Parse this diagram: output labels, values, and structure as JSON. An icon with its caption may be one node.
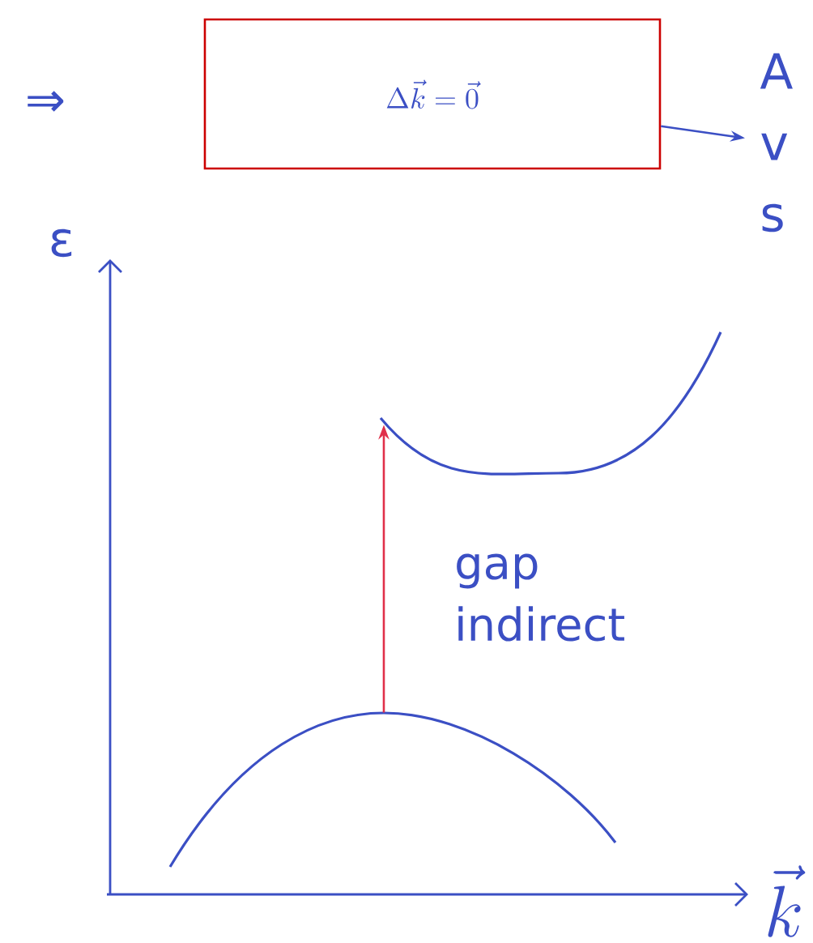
{
  "diagram": {
    "nodes": [
      {
        "text": [
          "\\Delta \\vec{k} = \\vec{0}"
        ]
      },
      {
        "text": [
          "A",
          "v",
          "s"
        ]
      },
      {
        "text": [],
        "shape": "curve"
      },
      {
        "text": [],
        "shape": "curve"
      }
    ],
    "edges": [
      {
        "from": 0,
        "to": 1,
        "arrow": "to"
      },
      {
        "from": 3,
        "to": 2,
        "arrow": "to",
        "color": "#e0304a",
        "label": "gap indirect"
      }
    ],
    "labels": [
      "⇒",
      "ε",
      "\\vec{k}"
    ]
  }
}
